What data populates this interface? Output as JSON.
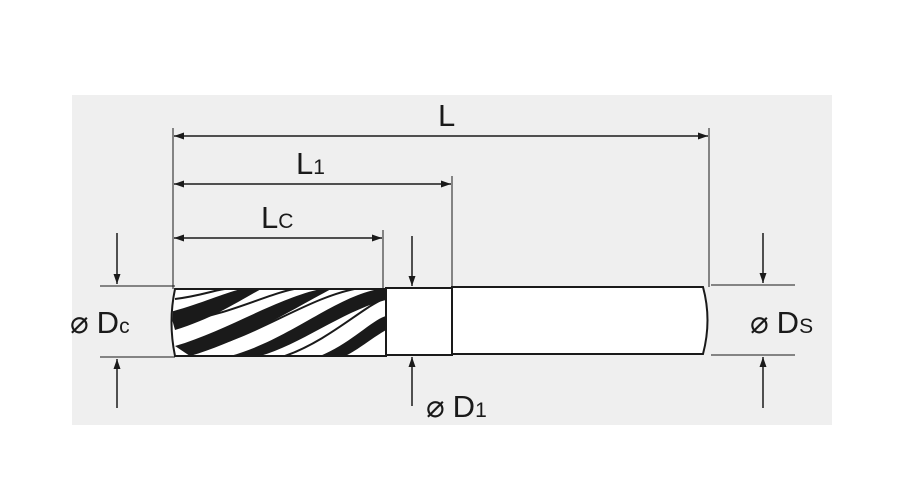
{
  "dimensions": {
    "overall_length": {
      "main": "L",
      "sub": ""
    },
    "length_to_neck": {
      "main": "L",
      "sub": "1"
    },
    "cutting_length": {
      "main": "L",
      "sub": "C"
    },
    "cutting_diameter": {
      "symbol": "⌀",
      "main": "D",
      "sub": "c"
    },
    "neck_diameter": {
      "symbol": "⌀",
      "main": "D",
      "sub": "1"
    },
    "shank_diameter": {
      "symbol": "⌀",
      "main": "D",
      "sub": "S"
    }
  },
  "colors": {
    "panel_background": "#efefef",
    "tool_fill": "#ffffff",
    "line": "#1a1a1a",
    "flute_shadow": "#1a1a1a"
  }
}
